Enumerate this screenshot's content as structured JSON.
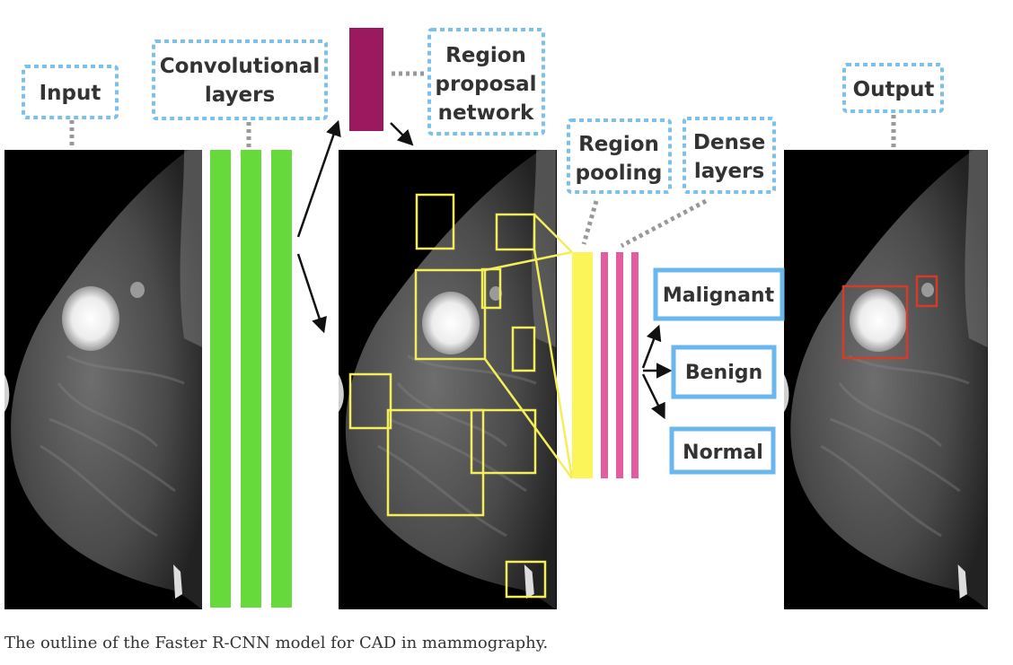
{
  "labels": {
    "input": "Input",
    "conv_line1": "Convolutional",
    "conv_line2": "layers",
    "rpn_line1": "Region",
    "rpn_line2": "proposal",
    "rpn_line3": "network",
    "pool_line1": "Region",
    "pool_line2": "pooling",
    "dense_line1": "Dense",
    "dense_line2": "layers",
    "output": "Output"
  },
  "classes": {
    "malignant": "Malignant",
    "benign": "Benign",
    "normal": "Normal"
  },
  "caption": "The outline of the Faster R-CNN model for CAD in mammography.",
  "colors": {
    "label_border": "#7cc0ec",
    "class_border": "#6ab6ee",
    "conv_layer": "#66d93b",
    "rpn_block": "#9b1a5f",
    "proposal_box": "#f3ee5a",
    "pooling_bar": "#fbf55a",
    "dense_layer": "#e35ca0",
    "output_box": "#d63a2a",
    "connector": "#999999",
    "text": "#333333"
  }
}
